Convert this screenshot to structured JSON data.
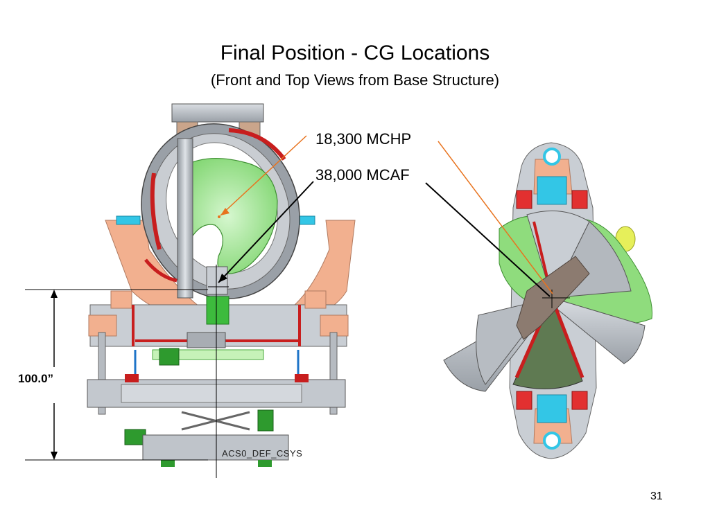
{
  "slide": {
    "title": "Final Position - CG Locations",
    "subtitle": "(Front and Top Views from Base Structure)",
    "page_number": "31"
  },
  "callouts": {
    "mchp": "18,300 MCHP",
    "mcaf": "38,000 MCAF"
  },
  "dimension": {
    "height_label": "100.0”"
  },
  "coordinate_system_label": "ACS0_DEF_CSYS",
  "colors": {
    "mchp_leader": "#e8731e",
    "mcaf_leader": "#000000",
    "structure_gray": "#b9bec4",
    "vessel_green": "#9be38f",
    "support_salmon": "#f2b08f",
    "flange_red": "#c81e1e",
    "cyan_block": "#33c6e6"
  }
}
